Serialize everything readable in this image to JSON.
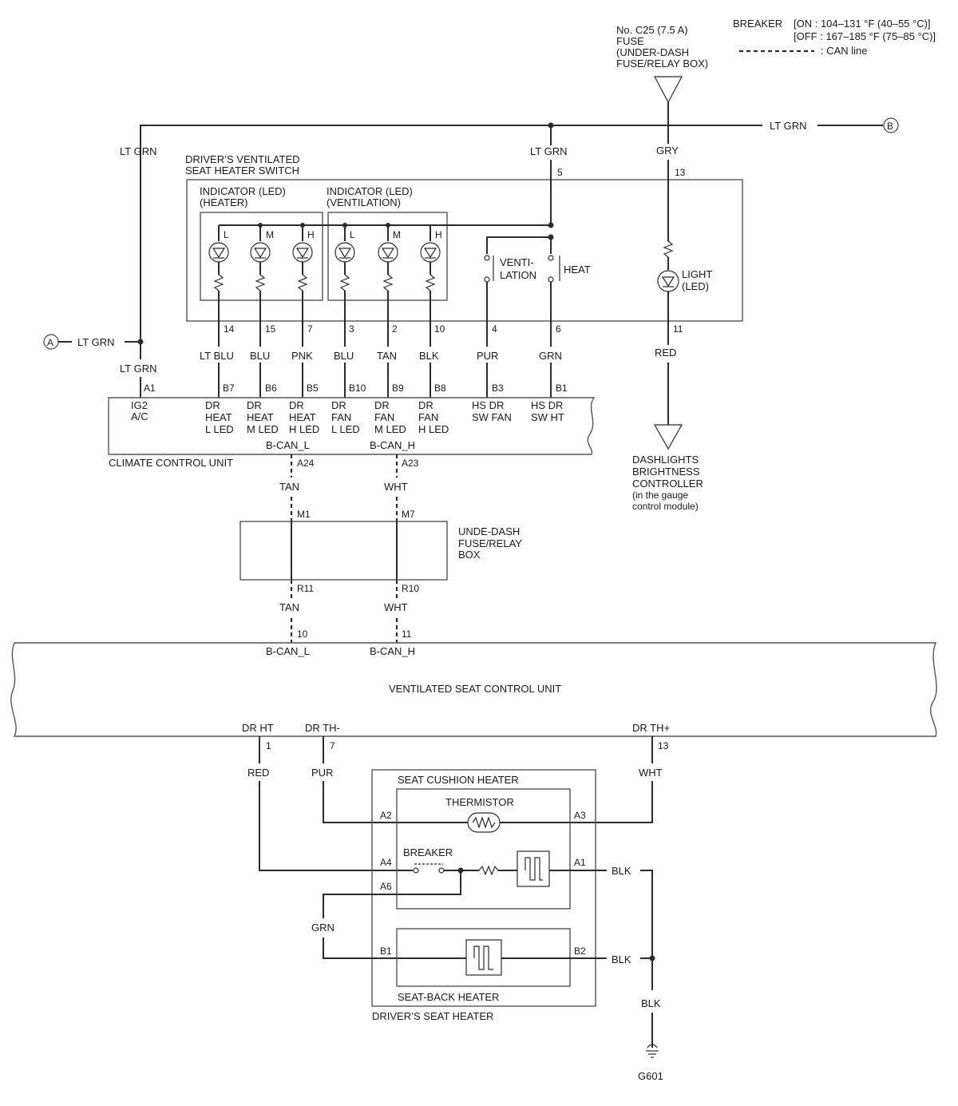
{
  "legend": {
    "breaker_title": "BREAKER",
    "breaker_on": "[ON : 104–131 °F (40–55 °C)]",
    "breaker_off": "[OFF : 167–185 °F (75–85 °C)]",
    "can_line": ": CAN line"
  },
  "fuse": {
    "line1": "No. C25 (7.5 A)",
    "line2": "FUSE",
    "line3": "(UNDER-DASH",
    "line4": "FUSE/RELAY BOX)"
  },
  "connectors": {
    "a": "A",
    "b": "B"
  },
  "wires": {
    "lt_grn": "LT GRN",
    "gry": "GRY",
    "lt_blu": "LT BLU",
    "blu": "BLU",
    "pnk": "PNK",
    "tan": "TAN",
    "blk": "BLK",
    "pur": "PUR",
    "grn": "GRN",
    "red": "RED",
    "wht": "WHT"
  },
  "switch": {
    "title1": "DRIVER’S VENTILATED",
    "title2": "SEAT HEATER SWITCH",
    "ind_heater1": "INDICATOR (LED)",
    "ind_heater2": "(HEATER)",
    "ind_vent1": "INDICATOR (LED)",
    "ind_vent2": "(VENTILATION)",
    "led_l": "L",
    "led_m": "M",
    "led_h": "H",
    "venti1": "VENTI-",
    "venti2": "LATION",
    "heat": "HEAT",
    "light1": "LIGHT",
    "light2": "(LED)",
    "pins": {
      "p5": "5",
      "p13": "13",
      "p14": "14",
      "p15": "15",
      "p7": "7",
      "p3": "3",
      "p2": "2",
      "p10": "10",
      "p4": "4",
      "p6": "6",
      "p11": "11"
    }
  },
  "climate": {
    "name": "CLIMATE CONTROL UNIT",
    "pins": {
      "a1": "A1",
      "b7": "B7",
      "b6": "B6",
      "b5": "B5",
      "b10": "B10",
      "b9": "B9",
      "b8": "B8",
      "b3": "B3",
      "b1": "B1",
      "a24": "A24",
      "a23": "A23"
    },
    "ig2": "IG2",
    "ac": "A/C",
    "dr": "DR",
    "heat": "HEAT",
    "fan": "FAN",
    "l_led": "L LED",
    "m_led": "M LED",
    "h_led": "H LED",
    "hs_dr": "HS DR",
    "sw_fan": "SW FAN",
    "sw_ht": "SW HT",
    "bcan_l": "B-CAN_L",
    "bcan_h": "B-CAN_H"
  },
  "dashlights": {
    "line1": "DASHLIGHTS",
    "line2": "BRIGHTNESS",
    "line3": "CONTROLLER",
    "line4": "(in the gauge",
    "line5": "control module)"
  },
  "relay_box": {
    "line1": "UNDE-DASH",
    "line2": "FUSE/RELAY",
    "line3": "BOX",
    "m1": "M1",
    "m7": "M7",
    "r11": "R11",
    "r10": "R10"
  },
  "vscu": {
    "name": "VENTILATED SEAT CONTROL UNIT",
    "p10": "10",
    "p11": "11",
    "bcan_l": "B-CAN_L",
    "bcan_h": "B-CAN_H",
    "dr_ht": "DR HT",
    "dr_th_minus": "DR TH-",
    "dr_th_plus": "DR TH+",
    "p1": "1",
    "p7": "7",
    "p13": "13"
  },
  "seat": {
    "cushion": "SEAT CUSHION HEATER",
    "thermistor": "THERMISTOR",
    "breaker": "BREAKER",
    "back": "SEAT-BACK HEATER",
    "driver": "DRIVER’S SEAT HEATER",
    "a2": "A2",
    "a3": "A3",
    "a4": "A4",
    "a1": "A1",
    "a6": "A6",
    "b1": "B1",
    "b2": "B2"
  },
  "ground": {
    "name": "G601"
  }
}
